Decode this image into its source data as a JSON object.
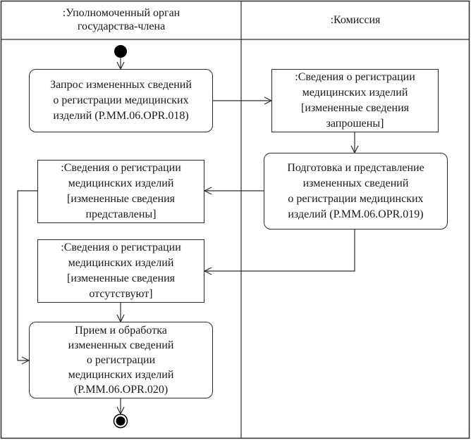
{
  "swimlanes": [
    {
      "title": ":Уполномоченный орган\nгосударства-члена"
    },
    {
      "title": ":Комиссия"
    }
  ],
  "nodes": {
    "initial": {
      "type": "initial-node"
    },
    "action_request": {
      "type": "action",
      "text": "Запрос измененных сведений\nо регистрации медицинских\nизделий (P.MM.06.OPR.018)"
    },
    "object_requested": {
      "type": "object",
      "text": ":Сведения о регистрации\nмедицинских изделий\n[измененные сведения\nзапрошены]"
    },
    "action_prepare": {
      "type": "action",
      "text": "Подготовка и представление\nизмененных сведений\nо регистрации медицинских\nизделий (P.MM.06.OPR.019)"
    },
    "object_presented": {
      "type": "object",
      "text": ":Сведения о регистрации\nмедицинских изделий\n[измененные сведения\nпредставлены]"
    },
    "object_absent": {
      "type": "object",
      "text": ":Сведения о регистрации\nмедицинских изделий\n[измененные сведения\nотсутствуют]"
    },
    "action_receive": {
      "type": "action",
      "text": "Прием и обработка\nизмененных сведений\nо регистрации\nмедицинских изделий\n(P.MM.06.OPR.020)"
    },
    "final": {
      "type": "final-node"
    }
  },
  "flows": [
    {
      "from": "initial",
      "to": "action_request"
    },
    {
      "from": "action_request",
      "to": "object_requested"
    },
    {
      "from": "object_requested",
      "to": "action_prepare"
    },
    {
      "from": "action_prepare",
      "to": "object_presented"
    },
    {
      "from": "action_prepare",
      "to": "object_absent"
    },
    {
      "from": "object_presented",
      "to": "action_receive"
    },
    {
      "from": "object_absent",
      "to": "action_receive"
    },
    {
      "from": "action_receive",
      "to": "final"
    }
  ],
  "colors": {
    "line": "#2b2b3a",
    "background": "#ffffff"
  }
}
